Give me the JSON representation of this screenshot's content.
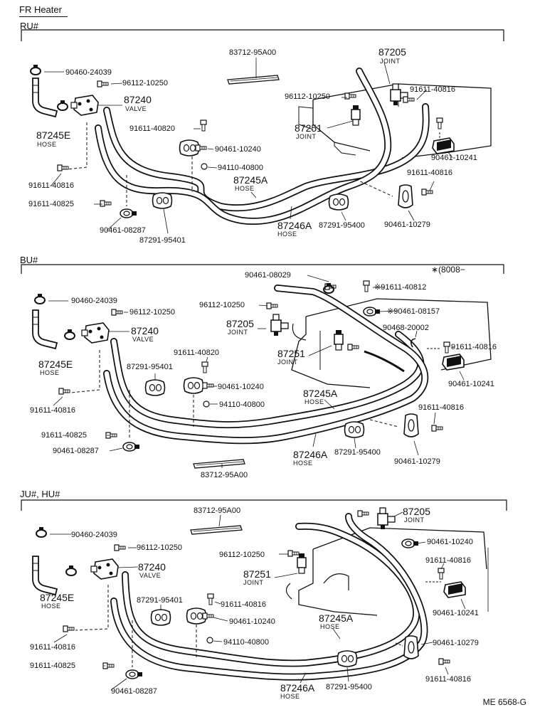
{
  "title": "FR Heater",
  "catalog_code": "ME 6568-G",
  "sections": [
    {
      "id": "ru",
      "label": "RU#",
      "labels": {
        "p1": "90460-24039",
        "p2": "96112-10250",
        "p3": "87240",
        "p3n": "VALVE",
        "p4": "87245E",
        "p4n": "HOSE",
        "p5": "91611-40820",
        "p6": "90461-10240",
        "p7": "94110-40800",
        "p8": "91611-40816",
        "p9": "91611-40825",
        "p10": "90461-08287",
        "p11": "87291-95401",
        "p12": "87245A",
        "p12n": "HOSE",
        "p13": "87246A",
        "p13n": "HOSE",
        "p14": "87291-95400",
        "p15": "83712-95A00",
        "p16": "87205",
        "p16n": "JOINT",
        "p17": "96112-10250",
        "p18": "87251",
        "p18n": "JOINT",
        "p19": "91611-40816",
        "p20": "90461-10241",
        "p21": "91611-40816",
        "p22": "90461-10279"
      }
    },
    {
      "id": "bu",
      "label": "BU#",
      "note": "∗(8008−",
      "labels": {
        "p1": "90460-24039",
        "p2": "96112-10250",
        "p3": "87240",
        "p3n": "VALVE",
        "p4": "87245E",
        "p4n": "HOSE",
        "p5": "91611-40820",
        "p6": "87291-95401",
        "p7": "90461-10240",
        "p8": "94110-40800",
        "p9": "91611-40816",
        "p10": "91611-40825",
        "p11": "90461-08287",
        "p12": "83712-95A00",
        "p13": "90461-08029",
        "p14": "96112-10250",
        "p15": "87205",
        "p15n": "JOINT",
        "p16": "87251",
        "p16n": "JOINT",
        "p17": "87245A",
        "p17n": "HOSE",
        "p18": "87246A",
        "p18n": "HOSE",
        "p19": "87291-95400",
        "p20": "※91611-40812",
        "p21": "※90461-08157",
        "p22": "90468-20002",
        "p23": "91611-40816",
        "p24": "90461-10241",
        "p25": "91611-40816",
        "p26": "90461-10279"
      }
    },
    {
      "id": "ju",
      "label": "JU#, HU#",
      "labels": {
        "p1": "90460-24039",
        "p2": "96112-10250",
        "p3": "87240",
        "p3n": "VALVE",
        "p4": "87245E",
        "p4n": "HOSE",
        "p5": "87291-95401",
        "p6": "91611-40816",
        "p7": "90461-10240",
        "p8": "94110-40800",
        "p9": "91611-40816",
        "p10": "91611-40825",
        "p11": "90461-08287",
        "p12": "83712-95A00",
        "p13": "96112-10250",
        "p14": "87251",
        "p14n": "JOINT",
        "p15": "87245A",
        "p15n": "HOSE",
        "p16": "87246A",
        "p16n": "HOSE",
        "p17": "87291-95400",
        "p18": "87205",
        "p18n": "JOINT",
        "p19": "90461-10240",
        "p20": "91611-40816",
        "p21": "90461-10241",
        "p22": "90461-10279",
        "p23": "91611-40816"
      }
    }
  ]
}
